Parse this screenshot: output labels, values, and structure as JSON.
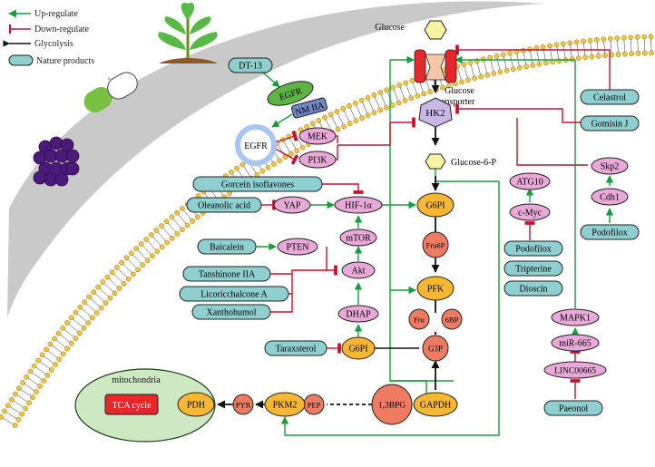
{
  "legend": {
    "up": "Up-regulate",
    "down": "Down-regulate",
    "glycolysis": "Glycolysis",
    "nature": "Nature products"
  },
  "colors": {
    "up": "#1a9b3c",
    "down": "#c8102e",
    "nature_fill": "#8fcfcf",
    "pink_fill": "#e8a8d8",
    "orange_fill": "#f7b733",
    "salmon_fill": "#ef7b63",
    "mito_fill": "#cfe8c4",
    "tca_fill": "#e8272b",
    "membrane_head": "#f3c640",
    "egfr_fill": "#5db445",
    "nmiia_fill": "#6f86c4",
    "hk2_fill": "#c9b8e6"
  },
  "labels": {
    "glucose": "Glucose",
    "transporter_line1": "Glucose",
    "transporter_line2": "transporter",
    "hk2": "HK2",
    "g6p": "Glucose-6-P",
    "egfr_membrane": "EGFR",
    "nmiia": "NM IIA",
    "egfr_cyto": "EGFR",
    "mek": "MEK",
    "pi3k": "PI3K",
    "hif": "HIF-1α",
    "yap": "YAP",
    "mtor": "mTOR",
    "pten": "PTEN",
    "akt": "Akt",
    "dhap": "DHAP",
    "g6pi_top": "G6PI",
    "fru6p": "Fru6P",
    "pfk": "PFK",
    "fru": "Fru",
    "bp": "6BP",
    "g6pi_low": "G6PI",
    "g3p": "G3P",
    "gapdh": "GAPDH",
    "bpg": "1,3BPG",
    "pep": "PEP",
    "pkm2": "PKM2",
    "pyr": "PYR",
    "pdh": "PDH",
    "tca": "TCA cycle",
    "mitochondria": "mitochondria",
    "atg10": "ATG10",
    "cmyc": "c-Myc",
    "skp2": "Skp2",
    "cdh1": "Cdh1",
    "mapk1": "MAPK1",
    "mir665": "miR-665",
    "linc": "LINC00665"
  },
  "nature_products": {
    "dt13": "DT-13",
    "celastrol": "Celastrol",
    "gomisin": "Gomisin J",
    "podofilox_right": "Podofilox",
    "gorcein": "Gorcein isoflavones",
    "oleanolic": "Oleanolic acid",
    "baicalein": "Baicalein",
    "tanshinone": "Tanshinone IIA",
    "licoricchalcone": "Licoricchalcone A",
    "xanthohumol": "Xanthohumol",
    "taraxsterol": "Taraxsterol",
    "podofilox_mid": "Podofilox",
    "tripterine": "Tripterine",
    "dioscin": "Dioscin",
    "paeonol": "Paeonol"
  }
}
